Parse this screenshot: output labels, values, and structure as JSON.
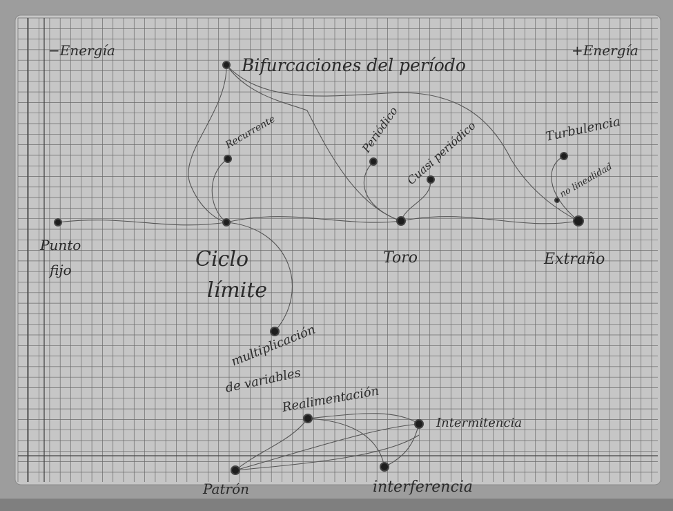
{
  "header": {
    "left_label": "−Energía",
    "right_label": "+Energía"
  },
  "nodes": {
    "bifurcaciones": {
      "label": "Bifurcaciones del período"
    },
    "recurrente": {
      "label": "Recurrente"
    },
    "periodico": {
      "label": "Periódico"
    },
    "cuasi": {
      "label": "Cuasi periódico"
    },
    "turbulencia": {
      "label": "Turbulencia"
    },
    "no_linealidad": {
      "label": "no linealidad"
    },
    "punto_fijo": {
      "label_line1": "Punto",
      "label_line2": "fijo"
    },
    "ciclo_limite": {
      "label_line1": "Ciclo",
      "label_line2": "límite"
    },
    "toro": {
      "label": "Toro"
    },
    "extraño": {
      "label": "Extraño"
    },
    "multiplicacion": {
      "label_line1": "multiplicación",
      "label_line2": "de variables"
    },
    "realimentacion": {
      "label": "Realimentación"
    },
    "intermitencia": {
      "label": "Intermitencia"
    },
    "patron": {
      "label": "Patrón"
    },
    "interferencia": {
      "label": "interferencia"
    }
  },
  "colors": {
    "paper": "#c8c8c8",
    "grid": "#5a5a5a",
    "ink": "#2b2b2b",
    "dot": "#1e1e1e"
  }
}
